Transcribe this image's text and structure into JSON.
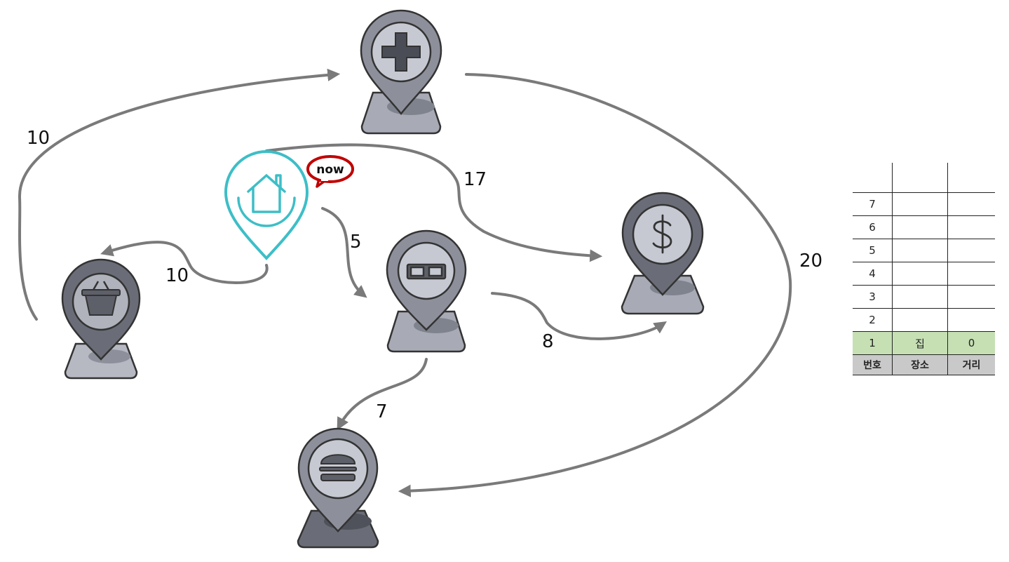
{
  "now_badge": "now",
  "edges": [
    {
      "id": "home-cart",
      "weight": "10"
    },
    {
      "id": "cart-hospital",
      "weight": "10"
    },
    {
      "id": "home-glasses",
      "weight": "5"
    },
    {
      "id": "home-bank",
      "weight": "17"
    },
    {
      "id": "glasses-bank",
      "weight": "8"
    },
    {
      "id": "glasses-burger",
      "weight": "7"
    },
    {
      "id": "hospital-burger",
      "weight": "20"
    }
  ],
  "table": {
    "header": [
      "번호",
      "장소",
      "거리"
    ],
    "rows": [
      [
        "",
        "",
        ""
      ],
      [
        "7",
        "",
        ""
      ],
      [
        "6",
        "",
        ""
      ],
      [
        "5",
        "",
        ""
      ],
      [
        "4",
        "",
        ""
      ],
      [
        "3",
        "",
        ""
      ],
      [
        "2",
        "",
        ""
      ],
      [
        "1",
        "집",
        "0"
      ]
    ]
  },
  "colors": {
    "home_pin": "#3dbec7",
    "edge": "#7a7a7a",
    "now_bubble": "#c00000",
    "table_start_row": "#c6e0b4",
    "table_header": "#c9c9c9"
  },
  "icons": [
    "home-icon",
    "hospital-cross-icon",
    "shopping-basket-icon",
    "glasses-icon",
    "dollar-icon",
    "burger-icon"
  ]
}
